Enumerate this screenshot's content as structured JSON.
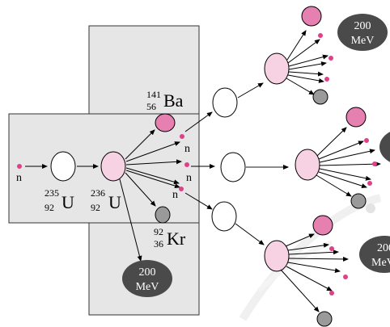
{
  "colors": {
    "panel_fill": "#e6e6e6",
    "panel_stroke": "#333333",
    "nucleus_white": "#ffffff",
    "nucleus_pink": "#f6d2e2",
    "fragment_pink": "#e680b0",
    "fragment_grey": "#9a9a9a",
    "neutron": "#e0408a",
    "energy_fill": "#4a4a4a",
    "energy_text": "#ffffff",
    "arrow": "#000000",
    "watermark": "#dcdcdc"
  },
  "labels": {
    "neutron_symbol": "n",
    "u235": {
      "mass": "235",
      "atomic": "92",
      "symbol": "U"
    },
    "u236": {
      "mass": "236",
      "atomic": "92",
      "symbol": "U"
    },
    "barium": {
      "mass": "141",
      "atomic": "56",
      "symbol": "Ba"
    },
    "krypton": {
      "mass": "92",
      "atomic": "36",
      "symbol": "Kr"
    },
    "energy_value": "200",
    "energy_unit": "MeV"
  }
}
